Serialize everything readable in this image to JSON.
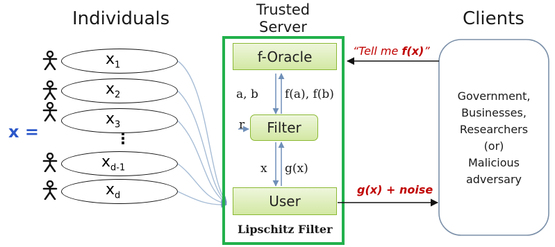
{
  "headings": {
    "individuals": "Individuals",
    "trusted_line1": "Trusted",
    "trusted_line2": "Server",
    "clients": "Clients"
  },
  "database_label": {
    "x": "x",
    "equals": "="
  },
  "records": [
    {
      "base": "x",
      "sub": "1"
    },
    {
      "base": "x",
      "sub": "2"
    },
    {
      "base": "x",
      "sub": "3"
    },
    {
      "base": "x",
      "sub": "d-1"
    },
    {
      "base": "x",
      "sub": "d"
    }
  ],
  "ellipsis": "⋮",
  "server": {
    "oracle": "f-Oracle",
    "filter": "Filter",
    "user": "User",
    "footer": "Lipschitz Filter",
    "query_label": "a, b",
    "answer_label": "f(a), f(b)",
    "r_label": "r",
    "x_label": "x",
    "gx_label": "g(x)"
  },
  "messages": {
    "request_prefix": "“Tell me ",
    "request_fx": "f(x)",
    "request_suffix": "”",
    "response": "g(x) + noise"
  },
  "client_box": {
    "lines": [
      "Government,",
      "Businesses,",
      "Researchers",
      "(or)",
      "Malicious",
      "adversary"
    ]
  },
  "colors": {
    "server_border": "#22b14c",
    "node_border": "#8ab832",
    "arrow_blue": "#6f8fb8",
    "curve_blue": "#a7bdd6",
    "message_red": "#c00000",
    "x_label_blue": "#2b57c9",
    "client_border": "#7a8fa8"
  }
}
